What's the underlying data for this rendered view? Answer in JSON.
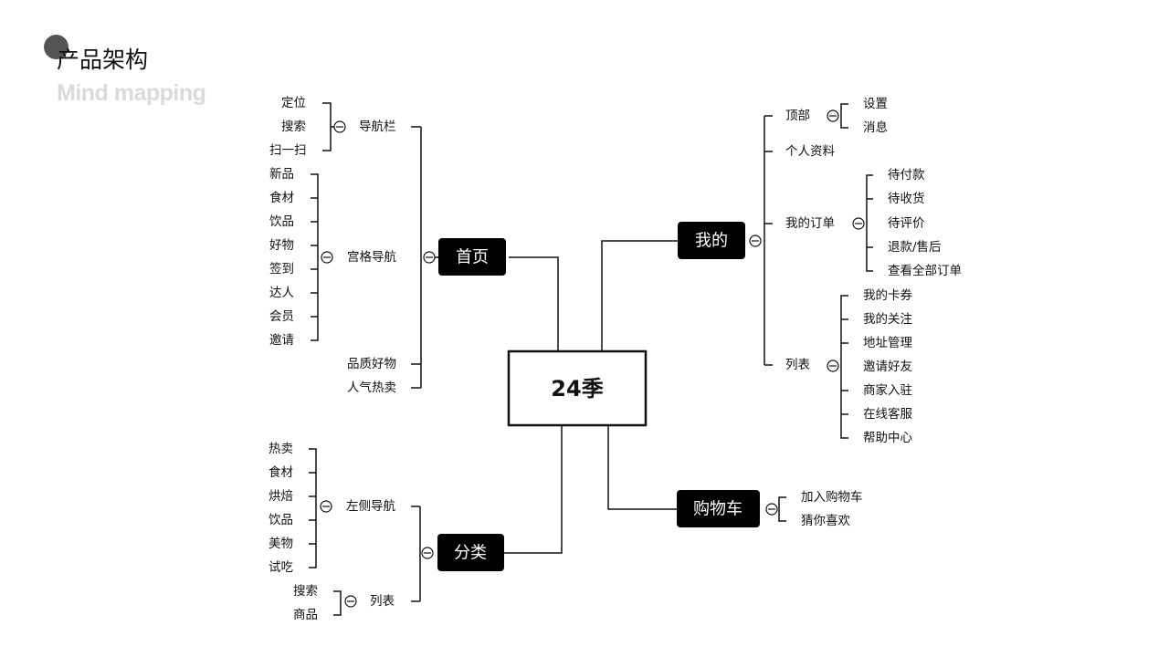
{
  "header": {
    "title": "产品架构",
    "subtitle": "Mind mapping"
  },
  "center": "24季",
  "branches": {
    "home": {
      "label": "首页",
      "groups": {
        "nav": {
          "label": "导航栏",
          "items": [
            "定位",
            "搜索",
            "扫一扫"
          ]
        },
        "grid": {
          "label": "宫格导航",
          "items": [
            "新品",
            "食材",
            "饮品",
            "好物",
            "签到",
            "达人",
            "会员",
            "邀请"
          ]
        },
        "quality": {
          "label": "品质好物"
        },
        "popular": {
          "label": "人气热卖"
        }
      }
    },
    "category": {
      "label": "分类",
      "groups": {
        "leftnav": {
          "label": "左侧导航",
          "items": [
            "热卖",
            "食材",
            "烘焙",
            "饮品",
            "美物",
            "试吃"
          ]
        },
        "list": {
          "label": "列表",
          "items": [
            "搜索",
            "商品"
          ]
        }
      }
    },
    "mine": {
      "label": "我的",
      "groups": {
        "top": {
          "label": "顶部",
          "items": [
            "设置",
            "消息"
          ]
        },
        "profile": {
          "label": "个人资料"
        },
        "orders": {
          "label": "我的订单",
          "items": [
            "待付款",
            "待收货",
            "待评价",
            "退款/售后",
            "查看全部订单"
          ]
        },
        "list": {
          "label": "列表",
          "items": [
            "我的卡券",
            "我的关注",
            "地址管理",
            "邀请好友",
            "商家入驻",
            "在线客服",
            "帮助中心"
          ]
        }
      }
    },
    "cart": {
      "label": "购物车",
      "items": [
        "加入购物车",
        "猜你喜欢"
      ]
    }
  }
}
